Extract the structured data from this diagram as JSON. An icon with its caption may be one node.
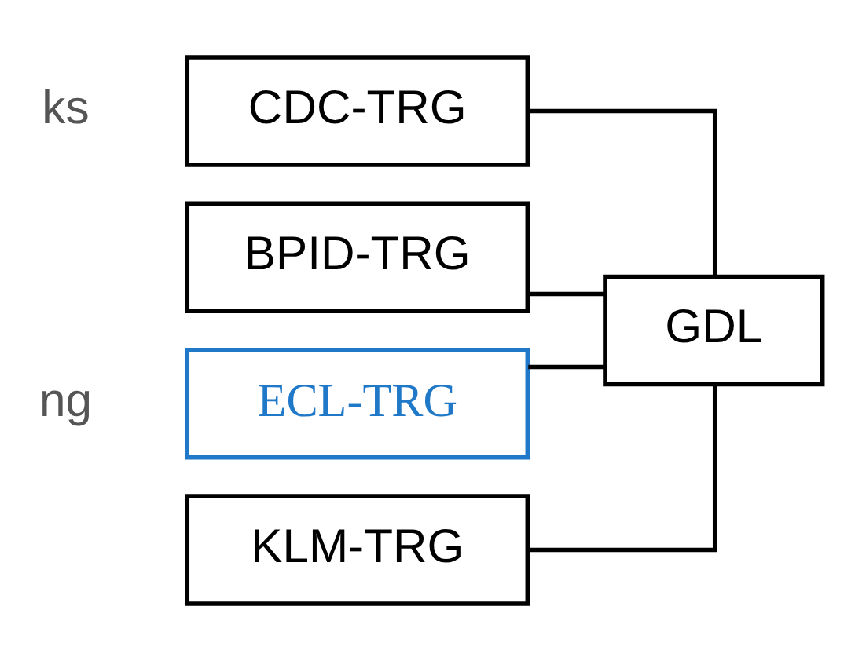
{
  "diagram": {
    "nodes": [
      {
        "text": [
          "CDC-TRG"
        ]
      },
      {
        "text": [
          "BPID-TRG"
        ]
      },
      {
        "text": [
          "ECL-TRG"
        ]
      },
      {
        "text": [
          "KLM-TRG"
        ]
      },
      {
        "text": [
          "GDL"
        ]
      }
    ],
    "edges": [
      {
        "from": 0,
        "to": 4,
        "arrow": "none"
      },
      {
        "from": 1,
        "to": 4,
        "arrow": "none"
      },
      {
        "from": 2,
        "to": 4,
        "arrow": "none"
      },
      {
        "from": 3,
        "to": 4,
        "arrow": "none"
      }
    ],
    "labels": [
      "ks",
      "ng"
    ]
  }
}
